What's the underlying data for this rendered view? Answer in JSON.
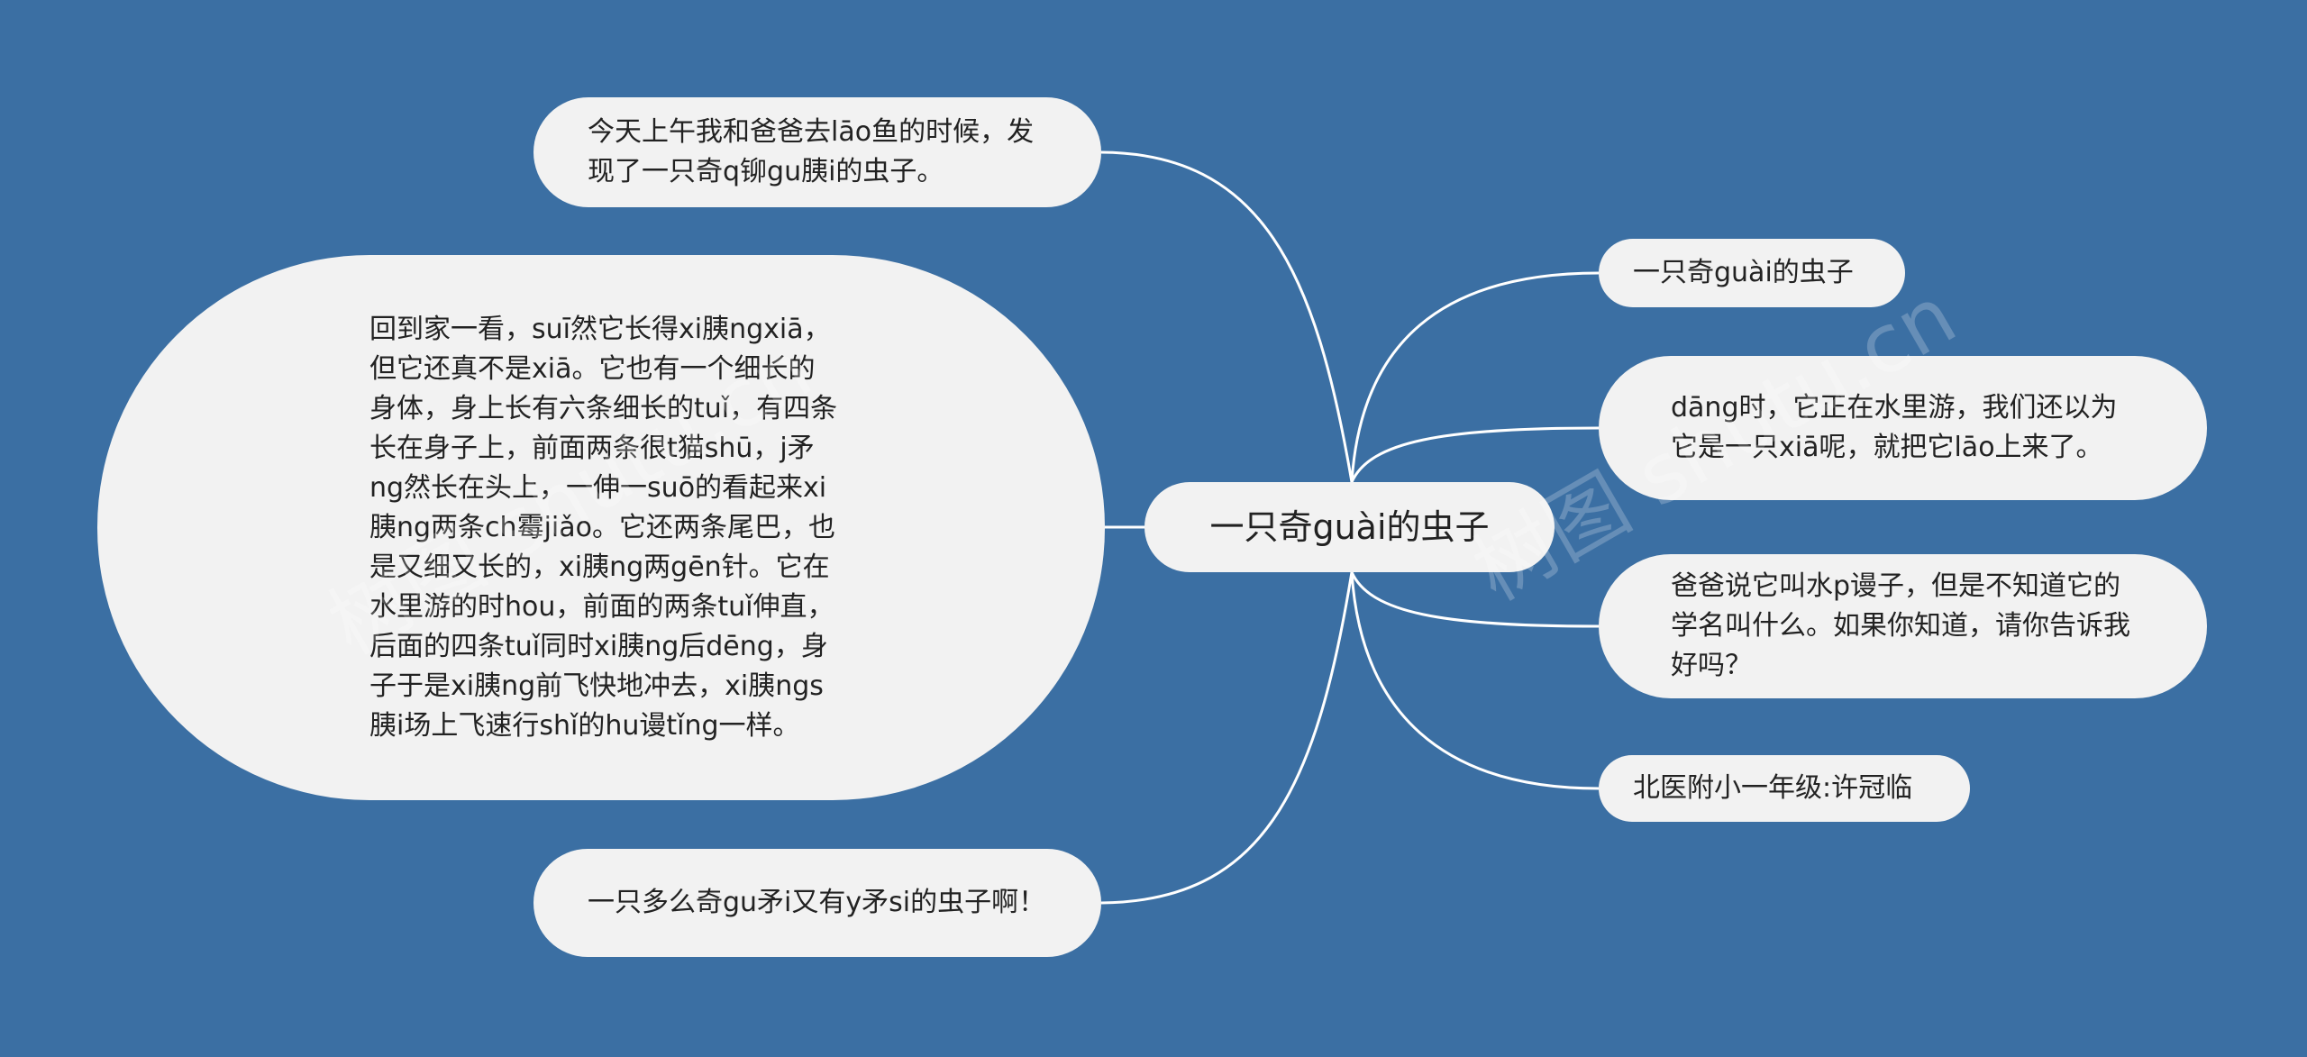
{
  "center": {
    "label": "一只奇guài的虫子"
  },
  "left_nodes": [
    {
      "text": "今天上午我和爸爸去lāo鱼的时候，发现了一只奇q铆gu胰i的虫子。"
    },
    {
      "text": "回到家一看，suī然它长得xi胰ngxiā，但它还真不是xiā。它也有一个细长的身体，身上长有六条细长的tuǐ，有四条长在身子上，前面两条很t猫shū，j矛ng然长在头上，一伸一suō的看起来xi胰ng两条ch霉jiǎo。它还两条尾巴，也是又细又长的，xi胰ng两gēn针。它在水里游的时hou，前面的两条tuǐ伸直，后面的四条tuǐ同时xi胰ng后dēng，身子于是xi胰ng前飞快地冲去，xi胰ngs胰i场上飞速行shǐ的hu谩tǐng一样。"
    },
    {
      "text": "一只多么奇gu矛i又有y矛si的虫子啊！"
    }
  ],
  "right_nodes": [
    {
      "text": "一只奇guài的虫子"
    },
    {
      "text": "dāng时，它正在水里游，我们还以为它是一只xiā呢，就把它lāo上来了。"
    },
    {
      "text": "爸爸说它叫水p谩子，但是不知道它的学名叫什么。如果你知道，请你告诉我好吗？"
    },
    {
      "text": "北医附小一年级:许冠临"
    }
  ],
  "watermark": "树图 shutu.cn",
  "colors": {
    "background": "#3b6fa3",
    "node_fill": "#f2f2f2",
    "link": "#ffffff",
    "text": "#222222"
  }
}
